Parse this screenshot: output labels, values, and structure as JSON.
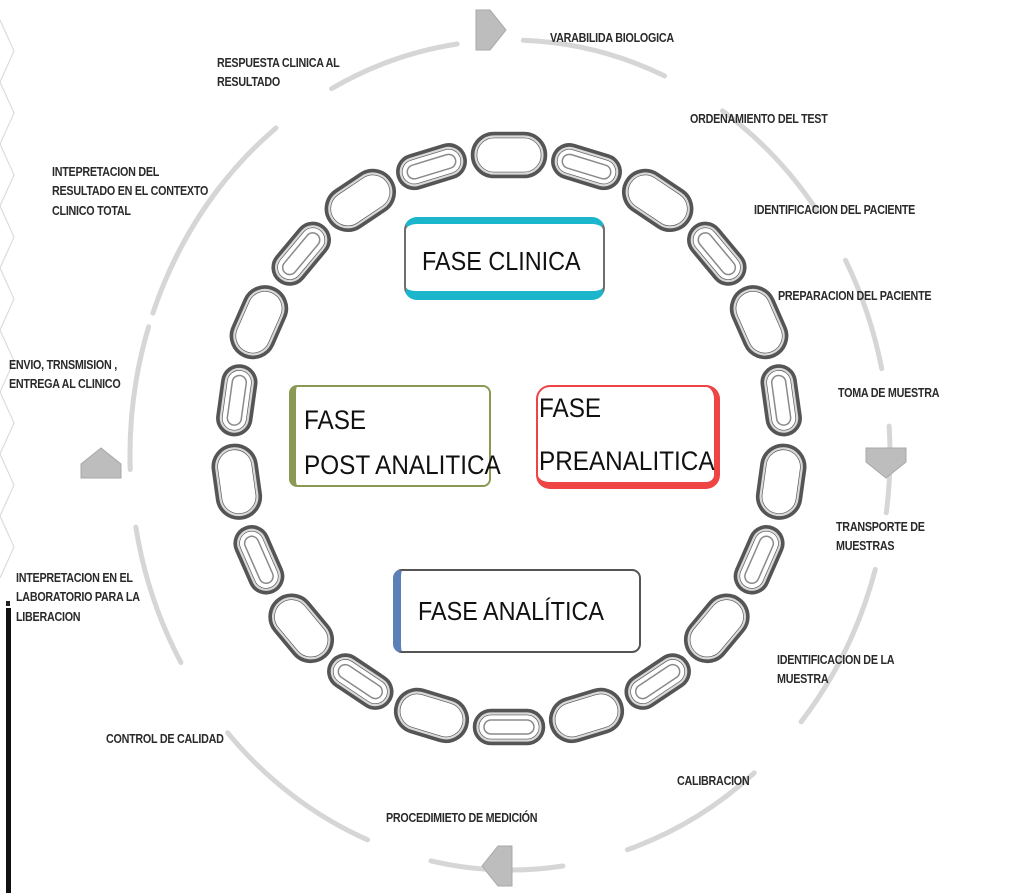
{
  "phases": {
    "clinica": "FASE CLINICA",
    "post": [
      "FASE",
      "POST ANALITICA"
    ],
    "pre": [
      "FASE",
      "PREANALITICA"
    ],
    "analitica": "FASE ANALÍTICA"
  },
  "steps": {
    "variabilidad": "VARABILIDA BIOLOGICA",
    "ordenamiento": "ORDENAMIENTO DEL TEST",
    "identificacion_paciente": "IDENTIFICACION DEL PACIENTE",
    "preparacion": "PREPARACION DEL PACIENTE",
    "toma": "TOMA DE MUESTRA",
    "transporte": [
      "TRANSPORTE DE",
      "MUESTRAS"
    ],
    "identificacion_muestra": [
      "IDENTIFICACION DE LA",
      "MUESTRA"
    ],
    "calibracion": "CALIBRACION",
    "procedimiento": "PROCEDIMIETO DE MEDICIÓN",
    "control": "CONTROL DE CALIDAD",
    "interpretacion_lab": [
      "INTEPRETACION EN EL",
      "LABORATORIO PARA LA",
      "LIBERACION"
    ],
    "envio": [
      "ENVIO, TRNSMISION ,",
      "ENTREGA AL CLINICO"
    ],
    "interpretacion_contexto": [
      "INTEPRETACION DEL",
      "RESULTADO EN EL CONTEXTO",
      "CLINICO  TOTAL"
    ],
    "respuesta": [
      "RESPUESTA CLINICA AL",
      "RESULTADO"
    ]
  },
  "colors": {
    "clinica": "#1bb6cc",
    "post": "#8a9a55",
    "pre": "#e44444",
    "analitica": "#5b7fb8",
    "arrow": "#bdbdbd",
    "chain": "#555555"
  },
  "chain_links": 22
}
